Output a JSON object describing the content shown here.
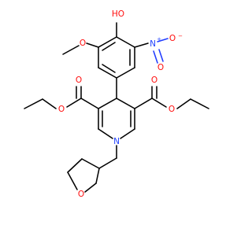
{
  "diagram": {
    "labels": {
      "hydroxyl": "HO",
      "methoxy_oxygen": "O",
      "nitro_nitrogen": "N",
      "nitro_plus": "+",
      "nitro_oxygen_right": "O",
      "nitro_minus": "−",
      "nitro_oxygen_bottom": "O",
      "ester_left_carbonyl_oxygen": "O",
      "ester_left_alkoxy_oxygen": "O",
      "ester_right_carbonyl_oxygen": "O",
      "ester_right_alkoxy_oxygen": "O",
      "ring_nitrogen": "N",
      "thf_oxygen": "O"
    },
    "colors": {
      "bond": "#000000",
      "oxygen": "#ff0d0d",
      "nitrogen": "#2142ff",
      "background": "#ffffff"
    }
  }
}
